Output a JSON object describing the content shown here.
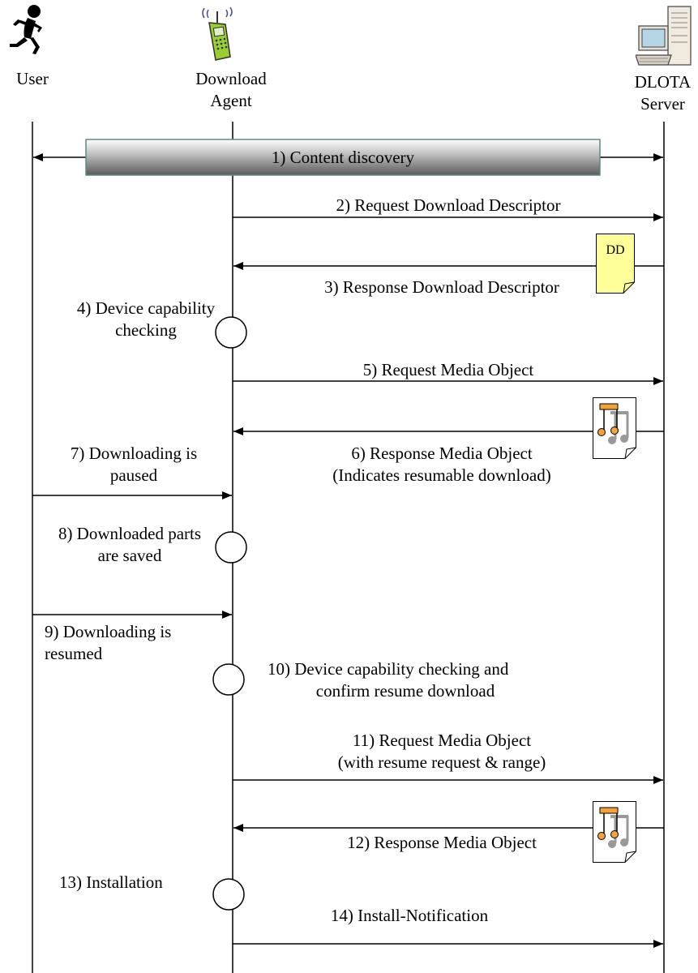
{
  "participants": {
    "user": "User",
    "agent": [
      "Download",
      "Agent"
    ],
    "server": [
      "DLOTA",
      "Server"
    ]
  },
  "banner": "1) Content discovery",
  "messages": {
    "m2": "2) Request Download Descriptor",
    "m3": "3) Response Download Descriptor",
    "m4": [
      "4) Device capability",
      "checking"
    ],
    "m5": "5) Request Media Object",
    "m6": [
      "6) Response Media Object",
      "(Indicates resumable download)"
    ],
    "m7": [
      "7) Downloading is",
      "paused"
    ],
    "m8": [
      "8) Downloaded parts",
      "are saved"
    ],
    "m9": [
      "9) Downloading is",
      "resumed"
    ],
    "m10": [
      "10) Device capability checking and",
      "confirm resume download"
    ],
    "m11": [
      "11) Request Media Object",
      "(with resume request & range)"
    ],
    "m12": "12) Response Media Object",
    "m13": "13) Installation",
    "m14": "14) Install-Notification"
  },
  "dd_note": "DD",
  "icons": {
    "user": "running-person-icon",
    "agent": "mobile-phone-icon",
    "server": "desktop-computer-icon",
    "media": "music-file-icon"
  },
  "colors": {
    "note_fill": "#ffff99",
    "banner_edge": "#5c8a86",
    "media_note": "#f6a23a"
  }
}
